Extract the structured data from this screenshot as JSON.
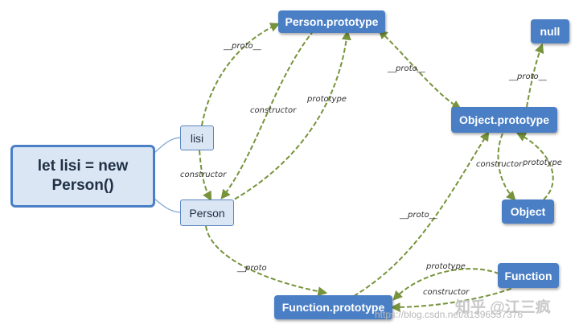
{
  "nodes": {
    "main_line1": "let lisi = new",
    "main_line2": "Person()",
    "lisi": "lisi",
    "person": "Person",
    "person_prototype": "Person.prototype",
    "null": "null",
    "object_prototype": "Object.prototype",
    "object": "Object",
    "function": "Function",
    "function_prototype": "Function.prototype"
  },
  "edges": {
    "lisi_proto": "__proto__",
    "person_constructor": "constructor",
    "person_prototype": "prototype",
    "lisi_constructor": "constructor",
    "personproto_proto": "__proto__",
    "objectproto_proto": "__proto__",
    "object_constructor": "constructor",
    "object_prototype": "prototype",
    "functionproto_proto": "__proto__",
    "person_proto": "__proto",
    "function_prototype": "prototype",
    "function_constructor": "constructor"
  },
  "watermark": {
    "brand": "知乎 @江三疯",
    "url": "https://blog.csdn.net/a1396537376"
  },
  "colors": {
    "node_blue": "#4a7fc6",
    "node_light": "#dbe6f4",
    "arrow_green": "#77933c",
    "connector_blue": "#7aa0d0"
  }
}
